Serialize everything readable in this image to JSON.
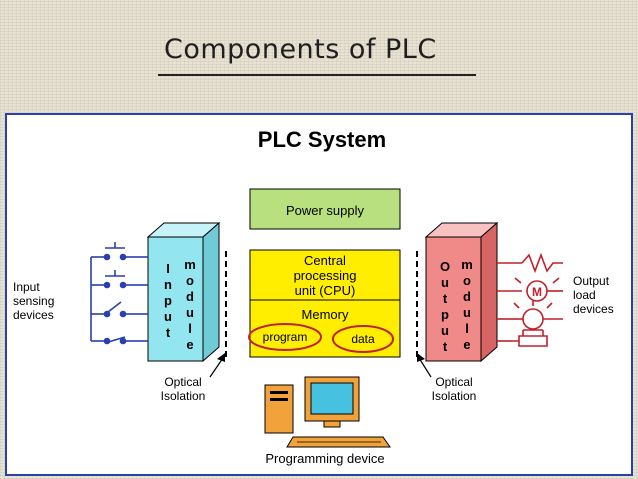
{
  "slide": {
    "title": "Components of PLC"
  },
  "diagram": {
    "heading": "PLC System",
    "power_supply": "Power supply",
    "cpu_lines": [
      "Central",
      "processing",
      "unit (CPU)"
    ],
    "memory": "Memory",
    "program": "program",
    "data": "data",
    "input_module_letters": [
      "I",
      "n",
      "p",
      "u",
      "t"
    ],
    "output_module_letters": [
      "O",
      "u",
      "t",
      "p",
      "u",
      "t"
    ],
    "module_letters": [
      "m",
      "o",
      "d",
      "u",
      "l",
      "e"
    ],
    "input_label": [
      "Input",
      "sensing",
      "devices"
    ],
    "output_label": [
      "Output",
      "load",
      "devices"
    ],
    "optical_isolation": [
      "Optical",
      "Isolation"
    ],
    "programming_device": "Programming device",
    "motor_symbol": "M",
    "colors": {
      "power_supply": "#b9e07e",
      "cpu": "#ffee00",
      "input_module": "#93e6ef",
      "output_module": "#f08a88",
      "oval": "#c0202a",
      "title_rule": "#222222",
      "frame": "#2a3fb0",
      "monitor": "#f1a23a",
      "screen": "#46c2e0"
    }
  }
}
